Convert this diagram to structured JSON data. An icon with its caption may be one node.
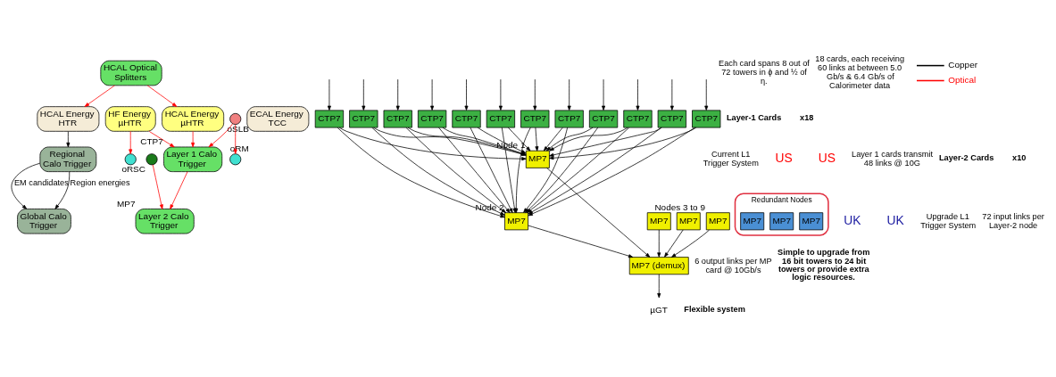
{
  "diagram": {
    "nodes": [
      {
        "text": [
          "HCAL Optical Splitters"
        ]
      },
      {
        "text": [
          "HCAL Energy HTR"
        ]
      },
      {
        "text": [
          "ECAL Energy TCC"
        ]
      },
      {
        "text": [
          "HF Energy µHTR"
        ]
      },
      {
        "text": [
          "HCAL Energy µHTR"
        ]
      },
      {
        "text": [
          "Regional Calo Trigger"
        ]
      },
      {
        "text": [
          "Layer 1 Calo Trigger"
        ],
        "beside": [
          "CTP7"
        ]
      },
      {
        "text": [
          "Global Calo Trigger"
        ]
      },
      {
        "text": [
          "Layer 2 Calo Trigger"
        ],
        "beside": [
          "MP7"
        ]
      },
      {
        "text": [],
        "shape": "circle",
        "beside": [
          "oSLB"
        ]
      },
      {
        "text": [],
        "shape": "circle",
        "beside": [
          "oRM"
        ]
      },
      {
        "text": [],
        "shape": "circle"
      },
      {
        "text": [],
        "shape": "circle",
        "beside": [
          "oRSC"
        ]
      },
      {
        "text": [
          "CTP7"
        ]
      },
      {
        "text": [
          "CTP7"
        ]
      },
      {
        "text": [
          "CTP7"
        ]
      },
      {
        "text": [
          "CTP7"
        ]
      },
      {
        "text": [
          "CTP7"
        ]
      },
      {
        "text": [
          "CTP7"
        ]
      },
      {
        "text": [
          "CTP7"
        ]
      },
      {
        "text": [
          "CTP7"
        ]
      },
      {
        "text": [
          "CTP7"
        ]
      },
      {
        "text": [
          "CTP7"
        ]
      },
      {
        "text": [
          "CTP7"
        ]
      },
      {
        "text": [
          "CTP7"
        ]
      },
      {
        "text": [
          "MP7"
        ],
        "beside": [
          "Node 1"
        ]
      },
      {
        "text": [
          "MP7"
        ],
        "beside": [
          "Node 2"
        ]
      },
      {
        "text": [
          "MP7"
        ]
      },
      {
        "text": [
          "MP7"
        ]
      },
      {
        "text": [
          "MP7"
        ],
        "beside": [
          "Nodes 3 to 9"
        ]
      },
      {
        "text": [
          "Redundant Nodes"
        ]
      },
      {
        "text": [
          "MP7"
        ],
        "in": 30
      },
      {
        "text": [
          "MP7"
        ],
        "in": 30
      },
      {
        "text": [
          "MP7"
        ],
        "in": 30
      },
      {
        "text": [
          "MP7 (demux)"
        ]
      },
      {
        "text": [
          "µGT"
        ]
      }
    ],
    "edges": [
      {
        "from": 0,
        "to": 1,
        "arrow": "to",
        "color": "#ff0000"
      },
      {
        "from": 0,
        "to": 4,
        "arrow": "to",
        "color": "#ff0000"
      },
      {
        "from": 1,
        "to": 5,
        "arrow": "to"
      },
      {
        "from": 9,
        "to": 10,
        "arrow": "to",
        "color": "#ff0000"
      },
      {
        "from": 9,
        "to": 6,
        "arrow": "to",
        "color": "#ff0000"
      },
      {
        "from": 3,
        "to": 11,
        "arrow": "to",
        "color": "#ff0000"
      },
      {
        "from": 3,
        "to": 6,
        "arrow": "to",
        "color": "#ff0000"
      },
      {
        "from": 4,
        "to": 6,
        "arrow": "to",
        "color": "#ff0000"
      },
      {
        "from": 12,
        "to": 8,
        "arrow": "to",
        "color": "#ff0000"
      },
      {
        "from": 5,
        "to": 7,
        "arrow": "to",
        "label": "EM candidates"
      },
      {
        "from": 5,
        "to": 7,
        "arrow": "to",
        "label": "Region energies"
      },
      {
        "from": 6,
        "to": 8,
        "arrow": "to",
        "color": "#ff0000"
      },
      {
        "from": null,
        "to": 13,
        "arrow": "to"
      },
      {
        "from": null,
        "to": 14,
        "arrow": "to"
      },
      {
        "from": null,
        "to": 15,
        "arrow": "to"
      },
      {
        "from": null,
        "to": 16,
        "arrow": "to"
      },
      {
        "from": null,
        "to": 17,
        "arrow": "to"
      },
      {
        "from": null,
        "to": 18,
        "arrow": "to"
      },
      {
        "from": null,
        "to": 19,
        "arrow": "to"
      },
      {
        "from": null,
        "to": 20,
        "arrow": "to"
      },
      {
        "from": null,
        "to": 21,
        "arrow": "to"
      },
      {
        "from": null,
        "to": 22,
        "arrow": "to"
      },
      {
        "from": null,
        "to": 23,
        "arrow": "to"
      },
      {
        "from": null,
        "to": 24,
        "arrow": "to"
      },
      {
        "from": 13,
        "to": 26,
        "arrow": "to"
      },
      {
        "from": 14,
        "to": 26,
        "arrow": "to"
      },
      {
        "from": 15,
        "to": 26,
        "arrow": "to"
      },
      {
        "from": 16,
        "to": 26,
        "arrow": "to"
      },
      {
        "from": 17,
        "to": 26,
        "arrow": "to"
      },
      {
        "from": 18,
        "to": 26,
        "arrow": "to"
      },
      {
        "from": 19,
        "to": 26,
        "arrow": "to"
      },
      {
        "from": 20,
        "to": 26,
        "arrow": "to"
      },
      {
        "from": 21,
        "to": 26,
        "arrow": "to"
      },
      {
        "from": 22,
        "to": 26,
        "arrow": "to"
      },
      {
        "from": 23,
        "to": 26,
        "arrow": "to"
      },
      {
        "from": 24,
        "to": 26,
        "arrow": "to"
      },
      {
        "from": 13,
        "to": 25,
        "arrow": "to"
      },
      {
        "from": 14,
        "to": 25,
        "arrow": "to"
      },
      {
        "from": 15,
        "to": 25,
        "arrow": "to"
      },
      {
        "from": 16,
        "to": 25,
        "arrow": "to"
      },
      {
        "from": 17,
        "to": 25,
        "arrow": "to"
      },
      {
        "from": 18,
        "to": 25,
        "arrow": "to"
      },
      {
        "from": 19,
        "to": 25,
        "arrow": "to"
      },
      {
        "from": 20,
        "to": 25,
        "arrow": "to"
      },
      {
        "from": 21,
        "to": 25,
        "arrow": "to"
      },
      {
        "from": 22,
        "to": 25,
        "arrow": "to"
      },
      {
        "from": 23,
        "to": 25,
        "arrow": "to"
      },
      {
        "from": 24,
        "to": 25,
        "arrow": "to"
      },
      {
        "from": 25,
        "to": 34,
        "arrow": "to"
      },
      {
        "from": 26,
        "to": 34,
        "arrow": "to"
      },
      {
        "from": 27,
        "to": 34,
        "arrow": "to"
      },
      {
        "from": 28,
        "to": 34,
        "arrow": "to"
      },
      {
        "from": 29,
        "to": 34,
        "arrow": "to"
      },
      {
        "from": 34,
        "to": 35,
        "arrow": "to"
      }
    ],
    "labels": [
      "Current L1 Trigger System",
      "US",
      "US",
      "UK",
      "UK",
      "Upgrade L1 Trigger System",
      "Each card spans 8 out of 72 towers in ϕ and ½ of η.",
      "18 cards, each receiving 60 links at between 5.0 Gb/s & 6.4 Gb/s of Calorimeter data",
      "Layer-1 Cards",
      "x18",
      "Layer 1 cards transmit 48 links @ 10G",
      "72 input links per Layer-2 node",
      "Layer-2 Cards",
      "x10",
      "6 output links per MP card @ 10Gb/s",
      "Flexible system",
      "Simple to upgrade from 16 bit towers to 24 bit towers or provide extra logic resources."
    ],
    "legend": [
      {
        "text": "Copper"
      },
      {
        "text": "Optical"
      }
    ]
  }
}
